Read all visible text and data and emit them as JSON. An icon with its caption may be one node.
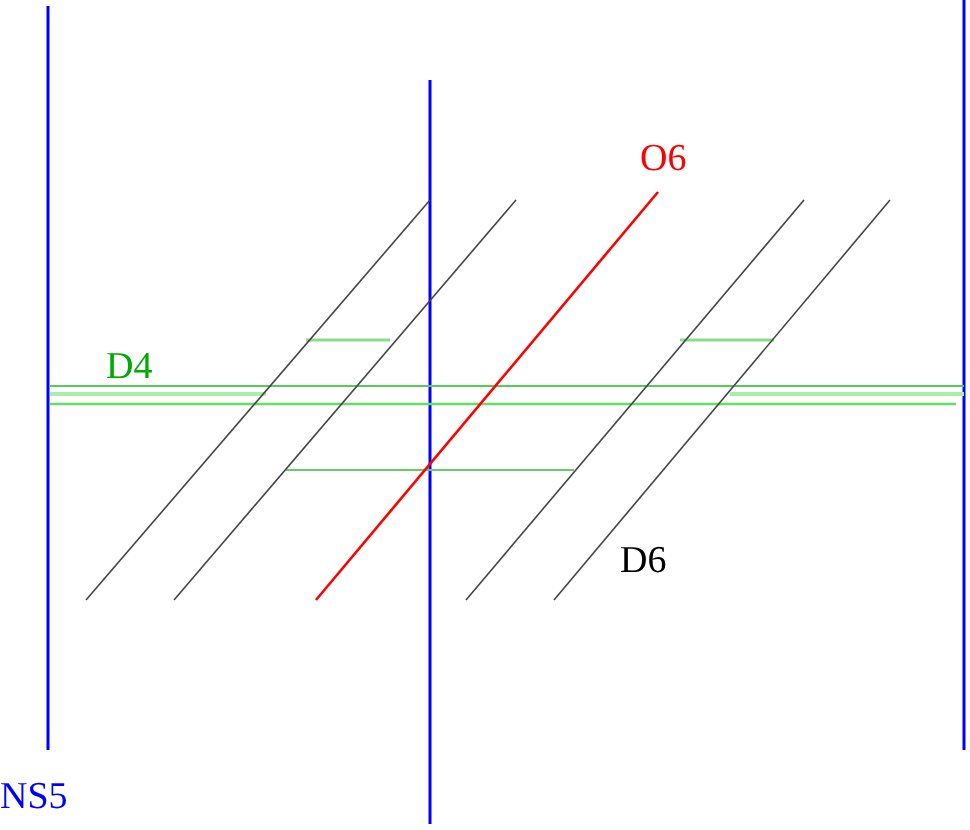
{
  "diagram": {
    "labels": [
      "O6",
      "D4",
      "D6",
      "NS5"
    ]
  }
}
